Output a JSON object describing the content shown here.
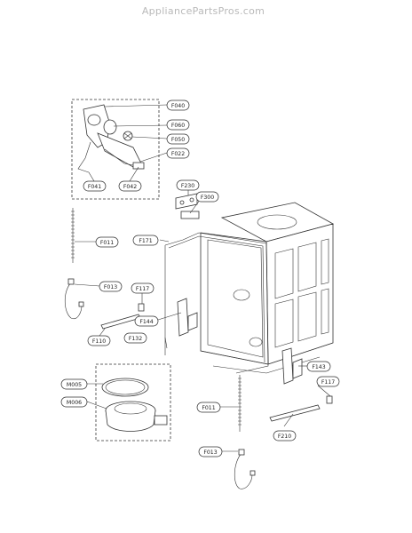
{
  "watermark": "AppliancePartsPros.com",
  "callouts": [
    {
      "id": "F040",
      "label": "F040"
    },
    {
      "id": "F060",
      "label": "F060"
    },
    {
      "id": "F050",
      "label": "F050"
    },
    {
      "id": "F022",
      "label": "F022"
    },
    {
      "id": "F041",
      "label": "F041"
    },
    {
      "id": "F042",
      "label": "F042"
    },
    {
      "id": "F230",
      "label": "F230"
    },
    {
      "id": "F300",
      "label": "F300"
    },
    {
      "id": "F011a",
      "label": "F011"
    },
    {
      "id": "F171",
      "label": "F171"
    },
    {
      "id": "F013a",
      "label": "F013"
    },
    {
      "id": "F117a",
      "label": "F117"
    },
    {
      "id": "F144",
      "label": "F144"
    },
    {
      "id": "F110",
      "label": "F110"
    },
    {
      "id": "F132",
      "label": "F132"
    },
    {
      "id": "F143",
      "label": "F143"
    },
    {
      "id": "F117b",
      "label": "F117"
    },
    {
      "id": "M005",
      "label": "M005"
    },
    {
      "id": "M006",
      "label": "M006"
    },
    {
      "id": "F011b",
      "label": "F011"
    },
    {
      "id": "F210",
      "label": "F210"
    },
    {
      "id": "F013b",
      "label": "F013"
    }
  ]
}
